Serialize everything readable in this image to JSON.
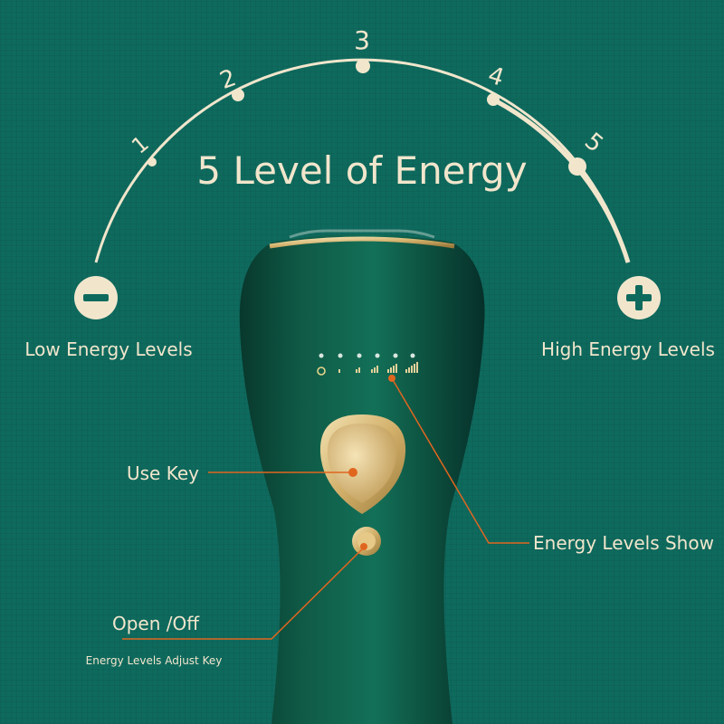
{
  "headline": "5 Level of Energy",
  "levels": [
    "1",
    "2",
    "3",
    "4",
    "5"
  ],
  "low_label": "Low Energy Levels",
  "high_label": "High Energy Levels",
  "use_key_label": "Use Key",
  "energy_show_label": "Energy Levels Show",
  "open_off_label": "Open /Off",
  "adjust_key_label": "Energy Levels Adjust Key",
  "colors": {
    "background": "#0f6a5e",
    "cream": "#f1e6cc",
    "device_green": "#0d4f3e",
    "gold": "#d6bb7c",
    "accent_orange": "#e0661f"
  }
}
